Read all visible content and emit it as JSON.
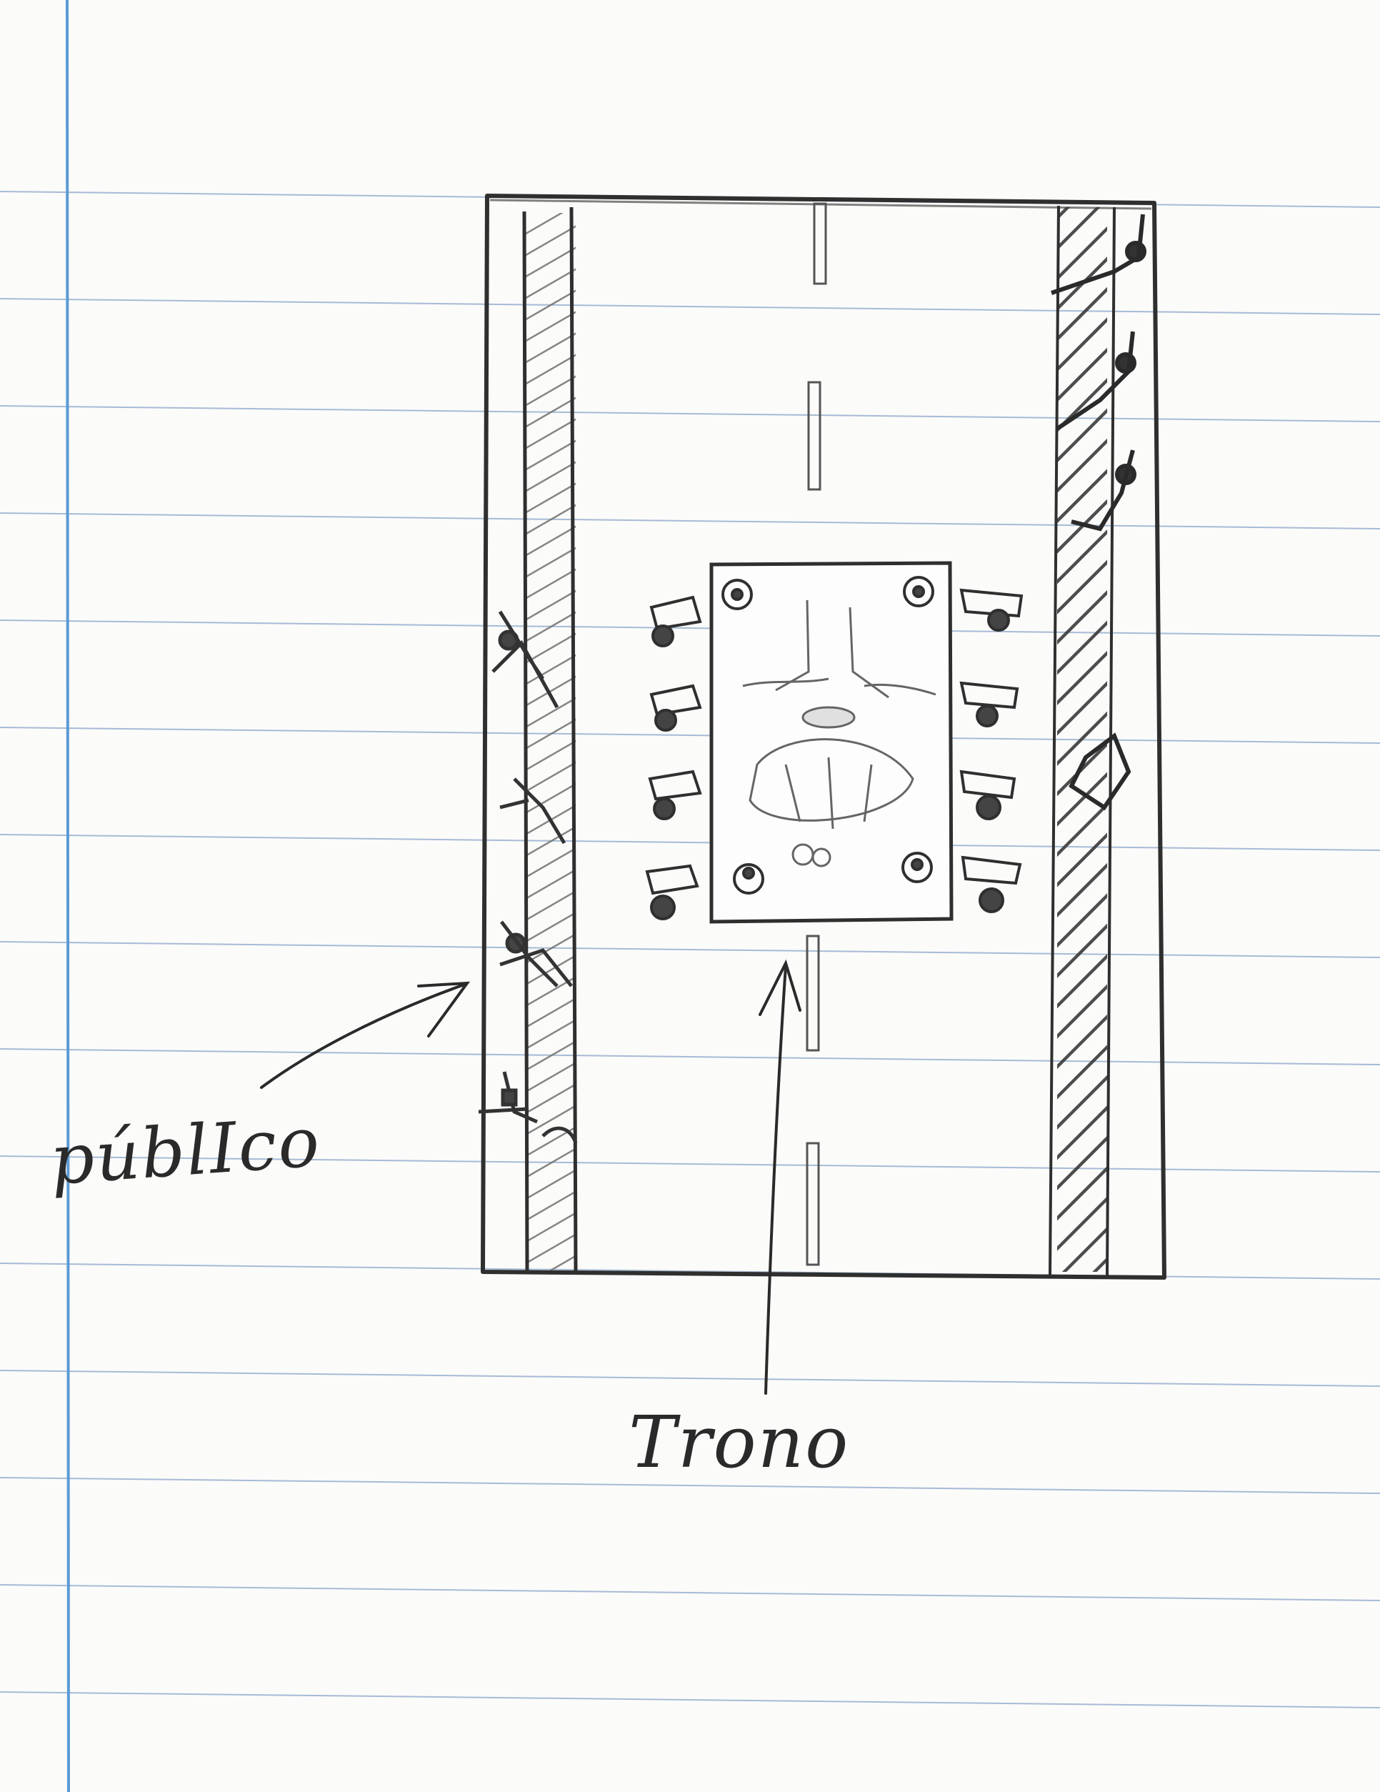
{
  "labels": {
    "publico": "públIco",
    "trono": "Trono"
  },
  "colors": {
    "paper": "#fbfbfa",
    "ruled_line": "#8aa6c8",
    "margin_line": "#5b9bd5",
    "pencil": "#2f2f2f",
    "hatch": "#6a6a6a"
  },
  "icons": {
    "stage_figure": "throne-figure",
    "lamps": "spotlight-icon",
    "audience_figures": "person-sketch-icon"
  }
}
